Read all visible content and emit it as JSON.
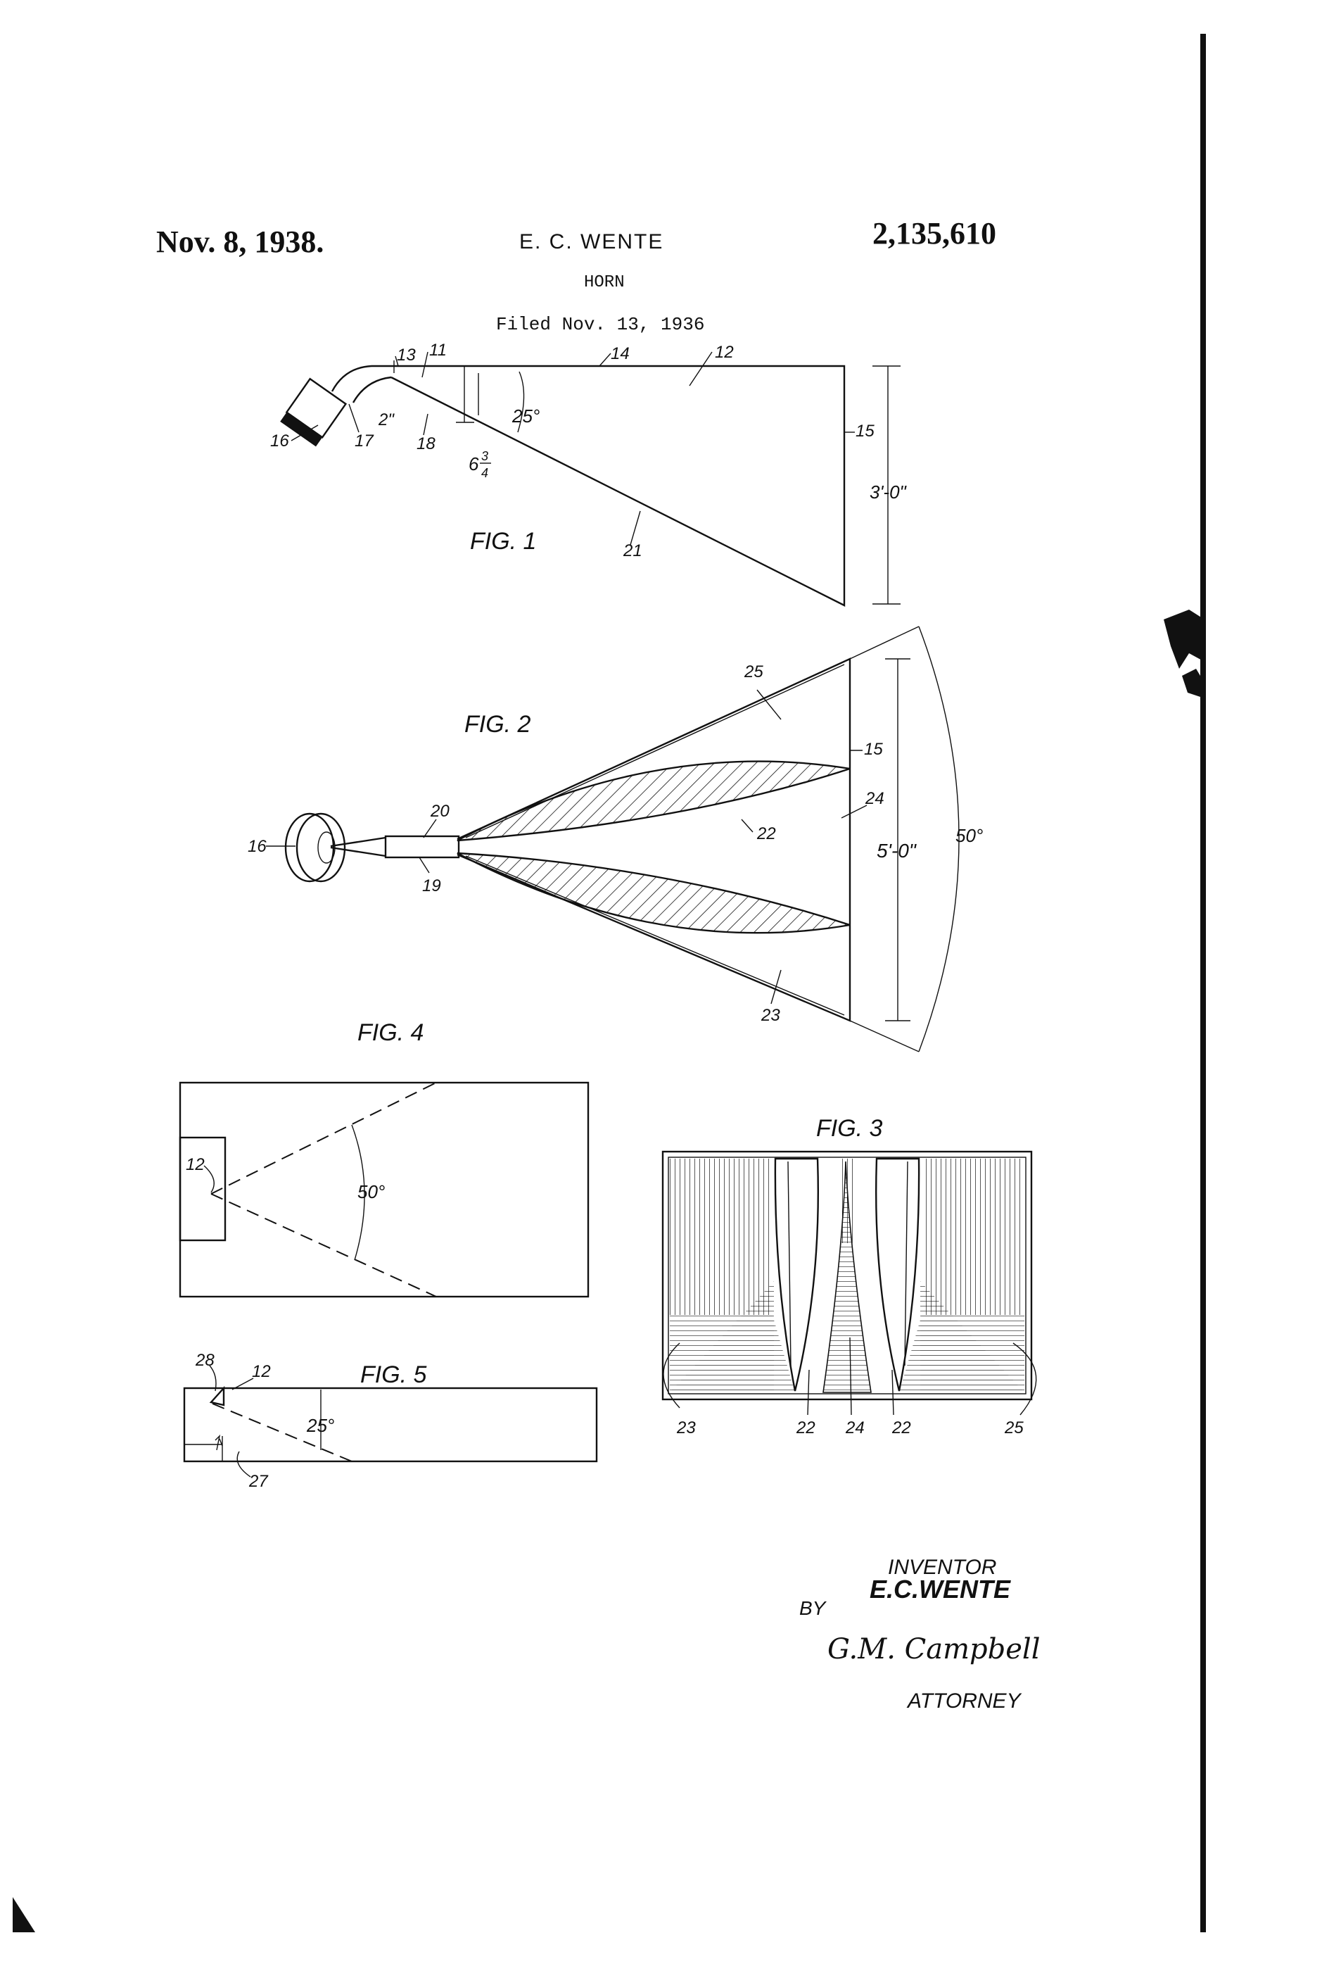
{
  "header": {
    "date": "Nov. 8, 1938.",
    "inventor": "E. C. WENTE",
    "patent_number": "2,135,610",
    "title": "HORN",
    "filed": "Filed Nov. 13, 1936"
  },
  "figures": {
    "fig1": {
      "caption": "FIG. 1",
      "labels": [
        "11",
        "12",
        "13",
        "14",
        "15",
        "16",
        "17",
        "18",
        "21"
      ],
      "dims": {
        "throat": "2\"",
        "mouth": "3'-0\"",
        "angle": "25°",
        "depth_whole": "6",
        "depth_num": "3",
        "depth_den": "4"
      }
    },
    "fig2": {
      "caption": "FIG. 2",
      "labels": [
        "15",
        "16",
        "19",
        "20",
        "22",
        "23",
        "24",
        "25"
      ],
      "dims": {
        "mouth": "5'-0\"",
        "angle": "50°"
      }
    },
    "fig3": {
      "caption": "FIG. 3",
      "labels": [
        "23",
        "22",
        "24",
        "22",
        "25"
      ]
    },
    "fig4": {
      "caption": "FIG. 4",
      "labels": [
        "12"
      ],
      "dims": {
        "angle": "50°"
      }
    },
    "fig5": {
      "caption": "FIG. 5",
      "labels": [
        "28",
        "12",
        "27"
      ],
      "dims": {
        "angle": "25°"
      }
    }
  },
  "signature_block": {
    "inventor_label": "INVENTOR",
    "inventor_name": "E.C.WENTE",
    "by_label": "BY",
    "signature": "G.M. Campbell",
    "attorney_label": "ATTORNEY"
  }
}
